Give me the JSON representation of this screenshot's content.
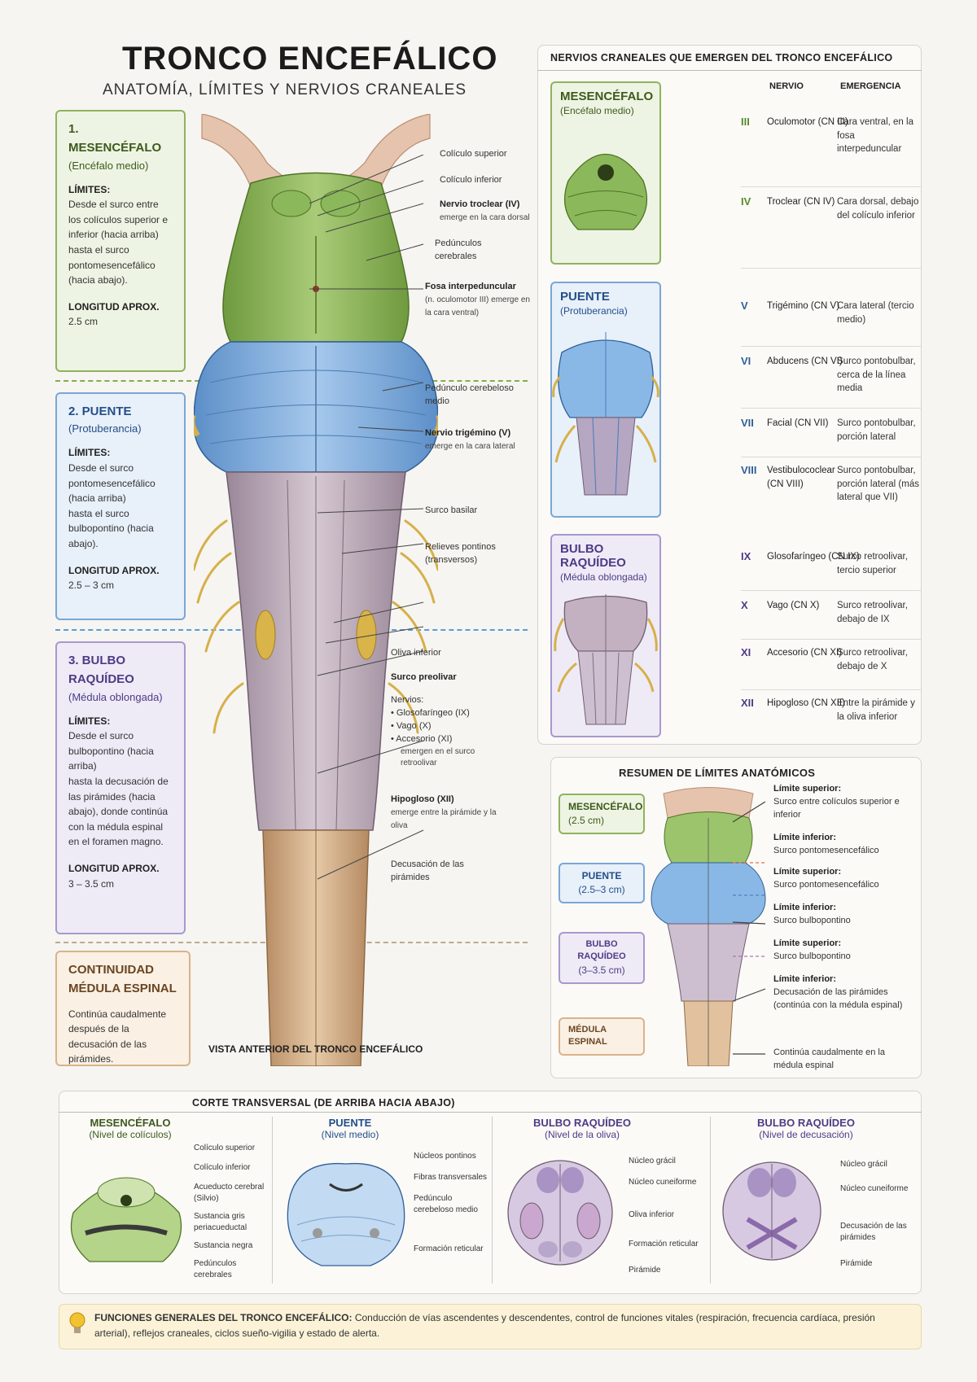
{
  "header": {
    "title": "TRONCO ENCEFÁLICO",
    "subtitle": "ANATOMÍA, LÍMITES Y NERVIOS CRANEALES"
  },
  "left_boxes": {
    "mes": {
      "title": "1. MESENCÉFALO",
      "sub": "(Encéfalo medio)",
      "limits_label": "LÍMITES:",
      "upper": "Desde el surco entre los colículos superior e inferior (hacia arriba)",
      "lower": "hasta el surco pontomesencefálico (hacia abajo).",
      "len_label": "LONGITUD APROX.",
      "len": "2.5 cm"
    },
    "pue": {
      "title": "2. PUENTE",
      "sub": "(Protuberancia)",
      "limits_label": "LÍMITES:",
      "upper": "Desde el surco pontomesencefálico (hacia arriba)",
      "lower": "hasta el surco bulbopontino (hacia abajo).",
      "len_label": "LONGITUD APROX.",
      "len": "2.5 – 3 cm"
    },
    "bul": {
      "title": "3. BULBO RAQUÍDEO",
      "sub": "(Médula oblongada)",
      "limits_label": "LÍMITES:",
      "upper": "Desde el surco bulbopontino (hacia arriba)",
      "lower": "hasta la decusación de las pirámides (hacia abajo), donde continúa con la médula espinal en el foramen magno.",
      "len_label": "LONGITUD APROX.",
      "len": "3 – 3.5 cm"
    },
    "med": {
      "title": "CONTINUIDAD MÉDULA ESPINAL",
      "text": "Continúa caudalmente después de la decusación de las pirámides."
    }
  },
  "center_labels": {
    "l1": "Colículo superior",
    "l2": "Colículo inferior",
    "l3": "Nervio troclear (IV)",
    "l3s": "emerge en la cara dorsal",
    "l4": "Pedúnculos cerebrales",
    "l5": "Fosa interpeduncular",
    "l5s": "(n. oculomotor III) emerge en la cara ventral)",
    "l6": "Pedúnculo cerebeloso medio",
    "l7": "Nervio trigémino (V)",
    "l7s": "emerge en la cara lateral",
    "l8": "Surco basilar",
    "l9": "Relieves pontinos (transversos)",
    "l10": "Oliva inferior",
    "l11": "Surco preolivar",
    "l12": "Nervios:",
    "l12a": "• Glosofaríngeo (IX)",
    "l12b": "• Vago (X)",
    "l12c": "• Accesorio (XI)",
    "l12s": "emergen en el surco retroolivar",
    "l13": "Hipogloso (XII)",
    "l13s": "emerge entre la pirámide y la oliva",
    "l14": "Decusación de las pirámides",
    "caption": "VISTA ANTERIOR DEL TRONCO ENCEFÁLICO"
  },
  "nerves_panel": {
    "title": "NERVIOS CRANEALES QUE EMERGEN DEL TRONCO ENCEFÁLICO",
    "col_nervio": "NERVIO",
    "col_emergencia": "EMERGENCIA",
    "sections": [
      {
        "title": "MESENCÉFALO",
        "sub": "(Encéfalo medio)"
      },
      {
        "title": "PUENTE",
        "sub": "(Protuberancia)"
      },
      {
        "title": "BULBO RAQUÍDEO",
        "sub": "(Médula oblongada)"
      }
    ],
    "rows": [
      {
        "num": "III",
        "name": "Oculomotor (CN III)",
        "emerg": "Cara ventral, en la fosa interpeduncular"
      },
      {
        "num": "IV",
        "name": "Troclear (CN IV)",
        "emerg": "Cara dorsal, debajo del colículo inferior"
      },
      {
        "num": "V",
        "name": "Trigémino (CN V)",
        "emerg": "Cara lateral (tercio medio)"
      },
      {
        "num": "VI",
        "name": "Abducens (CN VI)",
        "emerg": "Surco pontobulbar, cerca de la línea media"
      },
      {
        "num": "VII",
        "name": "Facial (CN VII)",
        "emerg": "Surco pontobulbar, porción lateral"
      },
      {
        "num": "VIII",
        "name": "Vestibulococlear (CN VIII)",
        "emerg": "Surco pontobulbar, porción lateral (más lateral que VII)"
      },
      {
        "num": "IX",
        "name": "Glosofaríngeo (CN IX)",
        "emerg": "Surco retroolivar, tercio superior"
      },
      {
        "num": "X",
        "name": "Vago (CN X)",
        "emerg": "Surco retroolivar, debajo de IX"
      },
      {
        "num": "XI",
        "name": "Accesorio (CN XI)",
        "emerg": "Surco retroolivar, debajo de X"
      },
      {
        "num": "XII",
        "name": "Hipogloso (CN XII)",
        "emerg": "Entre la pirámide y la oliva inferior"
      }
    ]
  },
  "summary": {
    "title": "RESUMEN DE LÍMITES ANATÓMICOS",
    "chips": [
      {
        "name": "MESENCÉFALO",
        "len": "(2.5 cm)"
      },
      {
        "name": "PUENTE",
        "len": "(2.5–3 cm)"
      },
      {
        "name": "BULBO RAQUÍDEO",
        "len": "(3–3.5 cm)"
      },
      {
        "name": "MÉDULA ESPINAL",
        "len": ""
      }
    ],
    "limits": [
      {
        "k": "Límite superior:",
        "v": "Surco entre colículos superior e inferior"
      },
      {
        "k": "Límite inferior:",
        "v": "Surco pontomesencefálico"
      },
      {
        "k": "Límite superior:",
        "v": "Surco pontomesencefálico"
      },
      {
        "k": "Límite inferior:",
        "v": "Surco bulbopontino"
      },
      {
        "k": "Límite superior:",
        "v": "Surco bulbopontino"
      },
      {
        "k": "Límite inferior:",
        "v": "Decusación de las pirámides (continúa con la médula espinal)"
      },
      {
        "k": "",
        "v": "Continúa caudalmente en la médula espinal"
      }
    ]
  },
  "cross": {
    "title": "CORTE TRANSVERSAL (DE ARRIBA HACIA ABAJO)",
    "sections": [
      {
        "title": "MESENCÉFALO",
        "sub": "(Nivel de colículos)",
        "labels": [
          "Colículo superior",
          "Colículo inferior",
          "Acueducto cerebral (Silvio)",
          "Sustancia gris periacueductal",
          "Sustancia negra",
          "Pedúnculos cerebrales"
        ]
      },
      {
        "title": "PUENTE",
        "sub": "(Nivel medio)",
        "labels": [
          "Núcleos pontinos",
          "Fibras transversales",
          "Pedúnculo cerebeloso medio",
          "Formación reticular"
        ]
      },
      {
        "title": "BULBO RAQUÍDEO",
        "sub": "(Nivel de la oliva)",
        "labels": [
          "Núcleo grácil",
          "Núcleo cuneiforme",
          "Oliva inferior",
          "Formación reticular",
          "Pirámide"
        ]
      },
      {
        "title": "BULBO RAQUÍDEO",
        "sub": "(Nivel de decusación)",
        "labels": [
          "Núcleo grácil",
          "Núcleo cuneiforme",
          "Decusación de las pirámides",
          "Pirámide"
        ]
      }
    ]
  },
  "footer": {
    "bold": "FUNCIONES GENERALES DEL TRONCO ENCEFÁLICO:",
    "text": "Conducción de vías ascendentes y descendentes, control de funciones vitales (respiración, frecuencia cardíaca, presión arterial), reflejos craneales, ciclos sueño-vigilia y estado de alerta."
  },
  "colors": {
    "mes": "#8fb35c",
    "pue": "#7aa6d6",
    "bul": "#a898cf",
    "med": "#d9b38a"
  }
}
